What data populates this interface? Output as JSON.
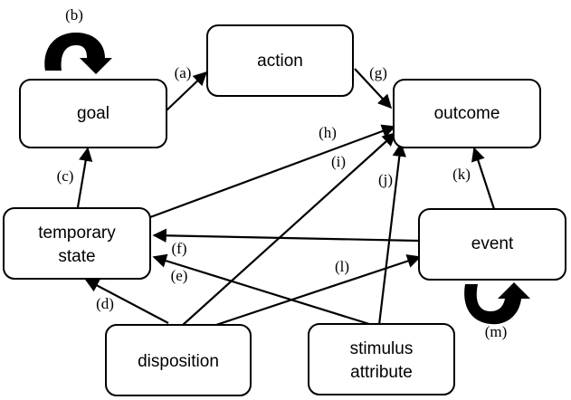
{
  "nodes": {
    "action": {
      "label": "action"
    },
    "goal": {
      "label": "goal"
    },
    "outcome": {
      "label": "outcome"
    },
    "temporary_state": {
      "label_lines": [
        "temporary",
        "state"
      ]
    },
    "event": {
      "label": "event"
    },
    "disposition": {
      "label": "disposition"
    },
    "stimulus_attribute": {
      "label_lines": [
        "stimulus",
        "attribute"
      ]
    }
  },
  "edges": {
    "a": {
      "label": "(a)",
      "from": "goal",
      "to": "action"
    },
    "b": {
      "label": "(b)",
      "from": "goal",
      "to": "goal"
    },
    "c": {
      "label": "(c)",
      "from": "temporary_state",
      "to": "goal"
    },
    "d": {
      "label": "(d)",
      "from": "disposition",
      "to": "temporary_state"
    },
    "e": {
      "label": "(e)",
      "from": "stimulus_attribute",
      "to": "temporary_state"
    },
    "f": {
      "label": "(f)",
      "from": "event",
      "to": "temporary_state"
    },
    "g": {
      "label": "(g)",
      "from": "action",
      "to": "outcome"
    },
    "h": {
      "label": "(h)",
      "from": "temporary_state",
      "to": "outcome"
    },
    "i": {
      "label": "(i)",
      "from": "disposition",
      "to": "outcome"
    },
    "j": {
      "label": "(j)",
      "from": "stimulus_attribute",
      "to": "outcome"
    },
    "k": {
      "label": "(k)",
      "from": "event",
      "to": "outcome"
    },
    "l": {
      "label": "(l)",
      "from": "disposition",
      "to": "event"
    },
    "m": {
      "label": "(m)",
      "from": "event",
      "to": "event"
    }
  }
}
